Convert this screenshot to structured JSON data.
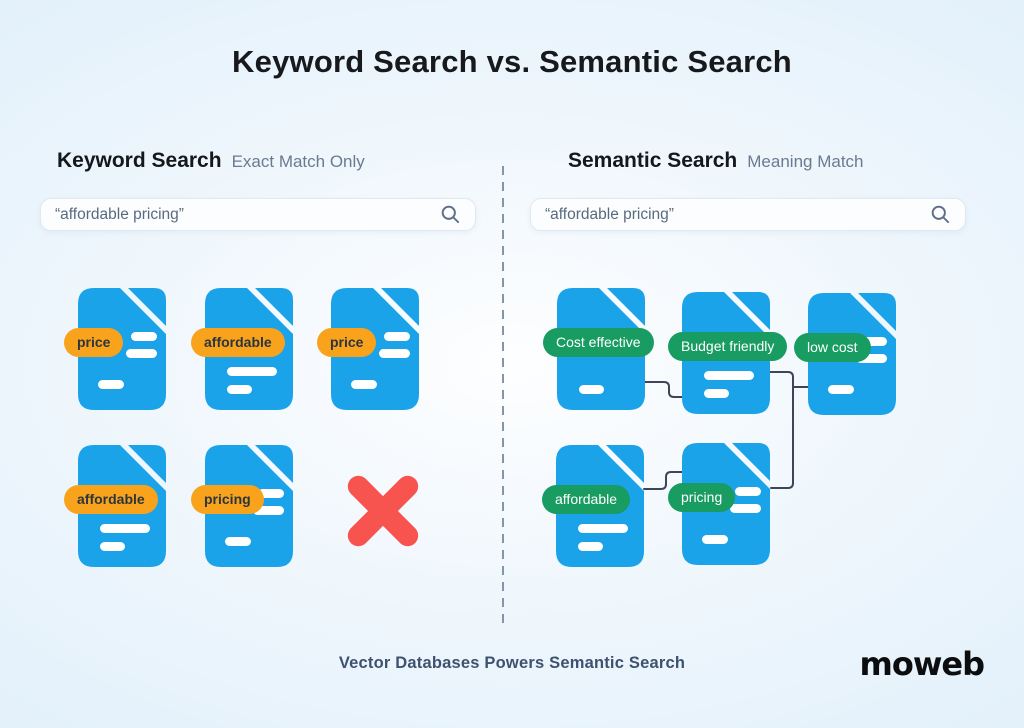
{
  "title": "Keyword Search vs. Semantic Search",
  "panels": {
    "keyword": {
      "heading": "Keyword Search",
      "subheading": "Exact Match Only",
      "search_value": "“affordable pricing”",
      "search_icon": "magnifier-icon",
      "docs": [
        {
          "tag": "price"
        },
        {
          "tag": "affordable"
        },
        {
          "tag": "price"
        },
        {
          "tag": "affordable"
        },
        {
          "tag": "pricing"
        }
      ],
      "result_icon": "x-mark-no-match"
    },
    "semantic": {
      "heading": "Semantic Search",
      "subheading": "Meaning Match",
      "search_value": "“affordable pricing”",
      "search_icon": "magnifier-icon",
      "docs": [
        {
          "tag": "Cost effective"
        },
        {
          "tag": "Budget friendly"
        },
        {
          "tag": "low cost"
        },
        {
          "tag": "affordable"
        },
        {
          "tag": "pricing"
        }
      ]
    }
  },
  "footer": {
    "caption": "Vector Databases Powers Semantic Search",
    "brand": "moweb"
  },
  "colors": {
    "doc_blue": "#1BA3EA",
    "tag_orange": "#F8A31B",
    "tag_green": "#189C62",
    "fail_red": "#F75450",
    "connector": "#3D4556",
    "dash": "#8494A9",
    "icon_gray": "#5D6E88"
  }
}
